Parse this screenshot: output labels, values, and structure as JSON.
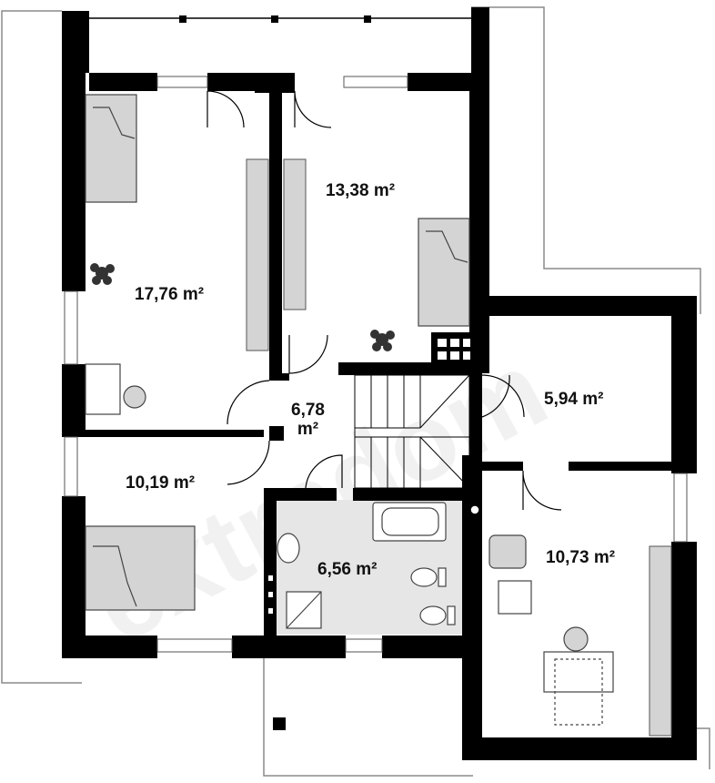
{
  "colors": {
    "wall": "#000000",
    "bath_floor": "#e6e6e6",
    "furniture": "#d4d4d4",
    "roof_outline": "#888888",
    "watermark": "#f0f0f0"
  },
  "rooms": [
    {
      "id": "bedroom-17",
      "area": "17,76 m²"
    },
    {
      "id": "bedroom-13",
      "area": "13,38 m²"
    },
    {
      "id": "hall",
      "area_value": "6,78",
      "area_unit": "m²"
    },
    {
      "id": "storage",
      "area": "5,94 m²"
    },
    {
      "id": "bedroom-10-19",
      "area": "10,19 m²"
    },
    {
      "id": "bathroom",
      "area": "6,56 m²"
    },
    {
      "id": "office",
      "area": "10,73 m²"
    }
  ],
  "watermark_text": "extradom",
  "icons": [
    "plant-icon",
    "bed-icon",
    "bathtub-icon",
    "toilet-icon",
    "sink-icon",
    "shower-icon",
    "office-chair-icon",
    "desk-icon",
    "stairs-icon"
  ]
}
